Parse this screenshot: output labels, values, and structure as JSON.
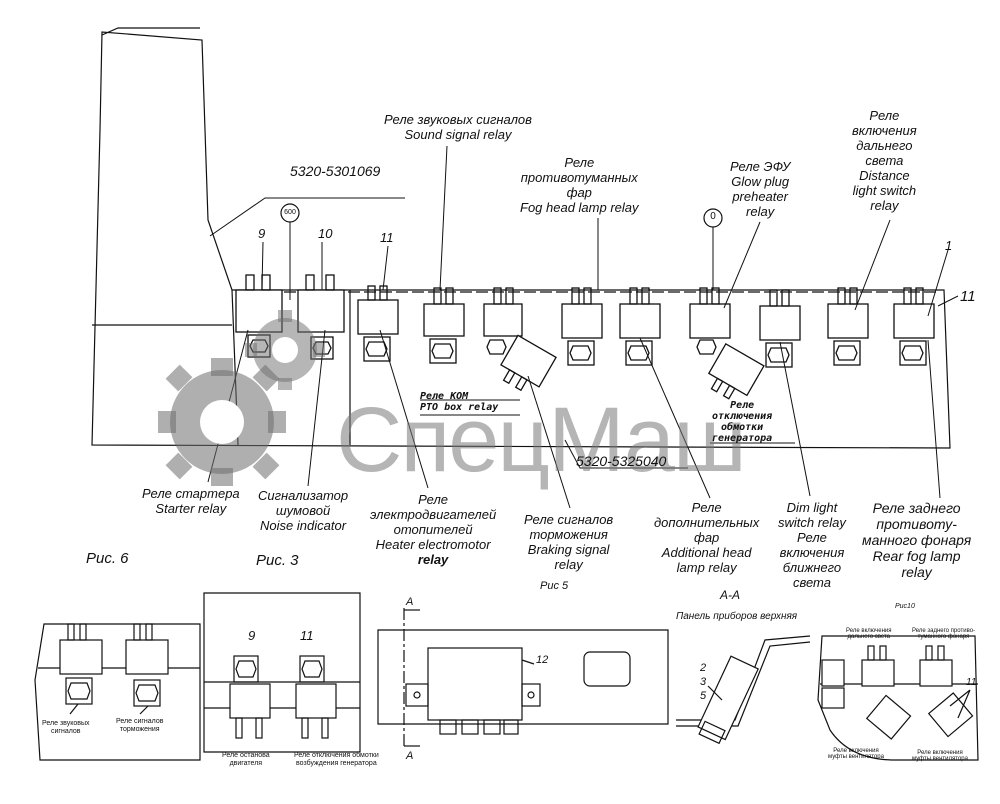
{
  "part_numbers": {
    "top": "5320-5301069",
    "middle": "5320-5325040"
  },
  "circle_callouts": {
    "c1": "600",
    "c2": "0"
  },
  "item_numbers": {
    "n9": "9",
    "n10": "10",
    "n11a": "11",
    "n1": "1",
    "n11b": "11",
    "p3_9": "9",
    "p3_11": "11",
    "p5_12": "12",
    "p5_2": "2",
    "p5_3": "3",
    "p5_5": "5",
    "p10_11": "11"
  },
  "labels": {
    "sound_signal": [
      "Реле звуковых сигналов",
      "Sound signal relay"
    ],
    "fog_head": [
      "Реле",
      "противотуманных",
      "фар",
      "Fog head lamp relay"
    ],
    "glow_plug": [
      "Реле ЭФУ",
      "Glow plug",
      "preheater",
      "relay"
    ],
    "distance_light": [
      "Реле",
      "включения",
      "дальнего",
      "света",
      "Distance",
      "light switch",
      "relay"
    ],
    "pto_box": [
      "Реле КОМ",
      "PTO box relay"
    ],
    "generator": [
      "Реле",
      "отключения",
      "обмотки",
      "генератора"
    ],
    "starter": [
      "Реле стартера",
      "Starter relay"
    ],
    "noise": [
      "Сигнализатор",
      "шумовой",
      "Noise indicator"
    ],
    "heater": [
      "Реле",
      "электродвигателей",
      "отопителей",
      "Heater electromotor",
      "relay"
    ],
    "braking": [
      "Реле сигналов",
      "торможения",
      "Braking signal",
      "relay"
    ],
    "additional_head": [
      "Реле",
      "дополнительных",
      "фар",
      "Additional head",
      "lamp relay"
    ],
    "dim_light": [
      "Dim light",
      "switch relay",
      "Реле",
      "включения",
      "ближнего",
      "света"
    ],
    "rear_fog": [
      "Реле заднего",
      "противоту-",
      "манного фонаря",
      "Rear fog lamp",
      "relay"
    ]
  },
  "figures": {
    "fig6": "Рис. 6",
    "fig3": "Рис. 3",
    "fig5": "Рис  5",
    "section": "А-А",
    "sect_a1": "А",
    "sect_a2": "А",
    "fig10": "Рис10"
  },
  "inset_labels": {
    "fig6_left": [
      "Реле звуковых",
      "сигналов"
    ],
    "fig6_right": [
      "Реле сигналов",
      "торможения"
    ],
    "fig3_left": [
      "Реле останова",
      "двигателя"
    ],
    "fig3_right": [
      "Реле отключения обмотки",
      "возбуждения генератора"
    ],
    "panel": "Панель приборов верхняя",
    "fig10_tl": [
      "Реле включения",
      "дальнего света"
    ],
    "fig10_tr": [
      "Реле заднего противо-",
      "туманного фонаря"
    ],
    "fig10_bl": [
      "Реле включения",
      "муфты вентилятора"
    ],
    "fig10_br": [
      "Реле включения",
      "муфты вентилятора"
    ]
  },
  "watermark": "СпецМаш"
}
